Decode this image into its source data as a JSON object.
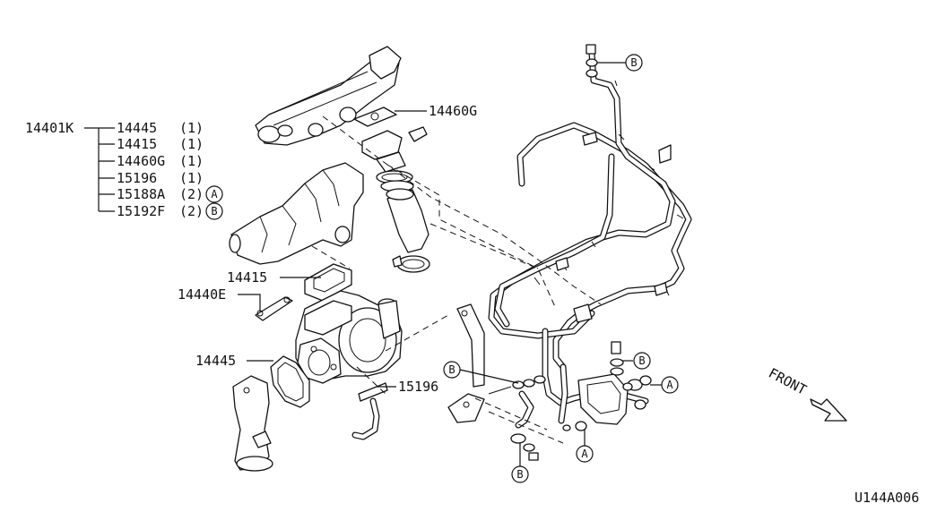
{
  "diagram": {
    "legend": {
      "assembly": "14401K",
      "items": [
        {
          "part": "14445",
          "qty": "(1)",
          "ref": ""
        },
        {
          "part": "14415",
          "qty": "(1)",
          "ref": ""
        },
        {
          "part": "14460G",
          "qty": "(1)",
          "ref": ""
        },
        {
          "part": "15196",
          "qty": "(1)",
          "ref": ""
        },
        {
          "part": "15188A",
          "qty": "(2)",
          "ref": "A"
        },
        {
          "part": "15192F",
          "qty": "(2)",
          "ref": "B"
        }
      ]
    },
    "callouts": {
      "c14460g": "14460G",
      "c14415": "14415",
      "c14440e": "14440E",
      "c14445": "14445",
      "c15196": "15196"
    },
    "refs": {
      "b_top": "B",
      "b_right": "B",
      "a_right": "A",
      "b_left": "B",
      "a_bottom": "A",
      "b_bottom": "B"
    },
    "front_label": "FRONT",
    "diagram_id": "U144A006"
  }
}
